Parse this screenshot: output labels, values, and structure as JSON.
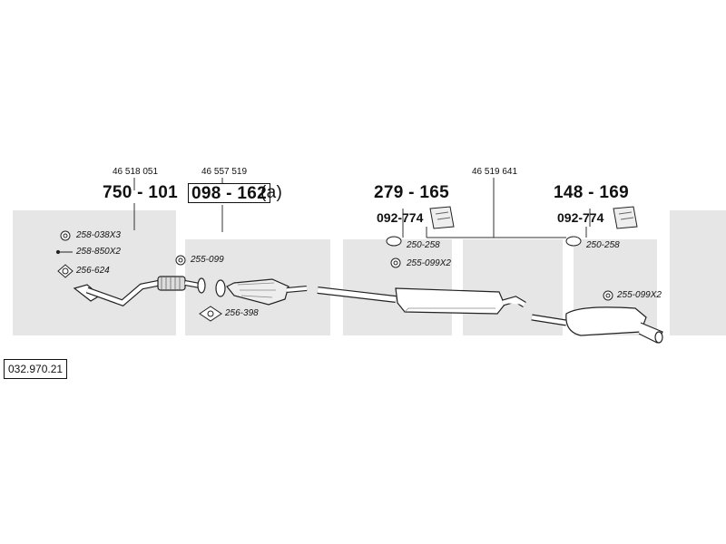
{
  "watermark": {
    "color": "#e6e6e6"
  },
  "reference": "032.970.21",
  "parts": {
    "front_pipe": {
      "oem": "46 518 051",
      "number": "750 - 101"
    },
    "catalyst": {
      "oem": "46 557 519",
      "number": "098 - 162",
      "suffix": "(a)"
    },
    "middle_silencer": {
      "number": "279 - 165"
    },
    "oem_center": {
      "oem": "46 519 641"
    },
    "rear_silencer": {
      "number": "148 - 169"
    }
  },
  "fittings": {
    "nut": "258-038X3",
    "bolt": "258-850X2",
    "gasket_front": "256-624",
    "clamp_front": "255-099",
    "gasket_cat": "256-398",
    "rubber_left": "092-774",
    "rubber_right": "092-774",
    "ring_left": "250-258",
    "ring_right": "250-258",
    "clamp_mid": "255-099X2",
    "clamp_rear": "255-099X2"
  }
}
